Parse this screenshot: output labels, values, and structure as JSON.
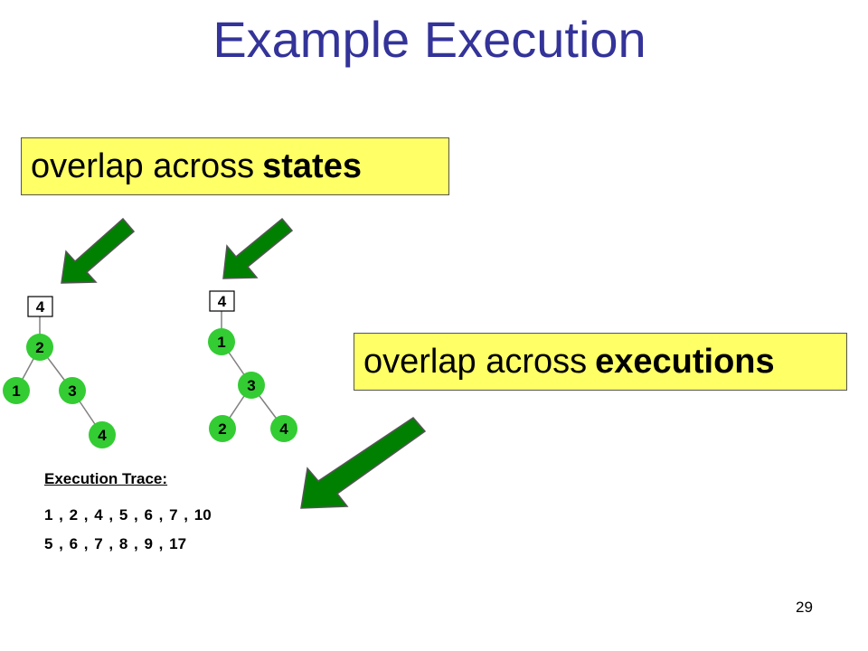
{
  "slide": {
    "title": "Example Execution",
    "page_number": "29"
  },
  "callouts": {
    "states": {
      "prefix": "overlap across",
      "emphasis": "states"
    },
    "executions": {
      "prefix": "overlap across",
      "emphasis": "executions"
    }
  },
  "tree_left": {
    "box": "4",
    "root": "2",
    "left_child": "1",
    "right_child": "3",
    "right_grandchild": "4"
  },
  "tree_right": {
    "box": "4",
    "root": "1",
    "child": "3",
    "left_grandchild": "2",
    "right_grandchild": "4"
  },
  "trace": {
    "title": "Execution Trace:",
    "line1": "1 , 2 , 4 , 5 , 6 , 7 , 10",
    "line2": "5 , 6 , 7 , 8 , 9 , 17"
  },
  "colors": {
    "node_fill": "#33cc33",
    "arrow_fill": "#008000",
    "callout_fill": "#ffff66",
    "title_color": "#333399"
  }
}
